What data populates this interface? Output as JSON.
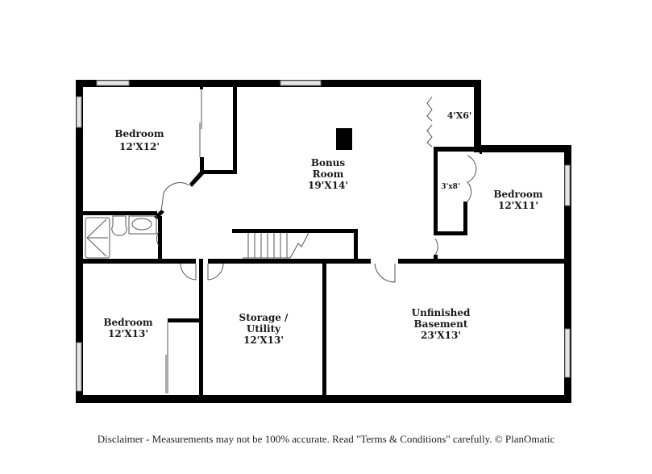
{
  "floorplan": {
    "rooms": [
      {
        "id": "bedroom-nw",
        "name": "Bedroom",
        "size": "12'X12'"
      },
      {
        "id": "bonus-room",
        "name_line1": "Bonus",
        "name_line2": "Room",
        "size": "19'X14'"
      },
      {
        "id": "closet-4x6",
        "size": "4'X6'"
      },
      {
        "id": "closet-3x8",
        "size": "3'x8'"
      },
      {
        "id": "bedroom-e",
        "name": "Bedroom",
        "size": "12'X11'"
      },
      {
        "id": "bedroom-sw",
        "name": "Bedroom",
        "size": "12'X13'"
      },
      {
        "id": "storage-utility",
        "name_line1": "Storage /",
        "name_line2": "Utility",
        "size": "12'X13'"
      },
      {
        "id": "unfinished-basement",
        "name_line1": "Unfinished",
        "name_line2": "Basement",
        "size": "23'X13'"
      }
    ],
    "fixtures": [
      "shower",
      "toilet",
      "sink",
      "stairs",
      "chimney"
    ],
    "colors": {
      "wall": "#000000",
      "window": "#e6e6e6",
      "background": "#ffffff"
    }
  },
  "footer": {
    "disclaimer": "Disclaimer - Measurements may not be 100% accurate. Read \"Terms & Conditions\" carefully. © PlanOmatic"
  }
}
